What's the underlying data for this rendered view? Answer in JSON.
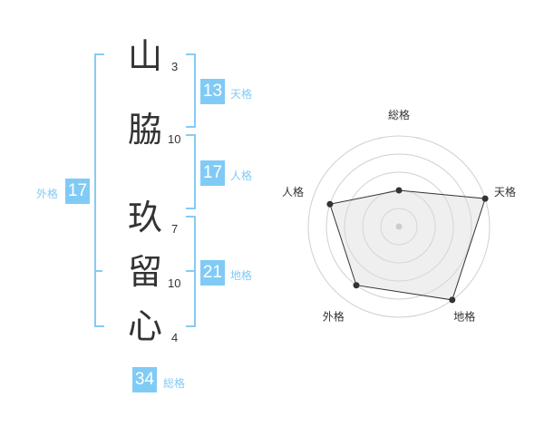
{
  "name_chars": [
    {
      "char": "山",
      "strokes": "3"
    },
    {
      "char": "脇",
      "strokes": "10"
    },
    {
      "char": "玖",
      "strokes": "7"
    },
    {
      "char": "留",
      "strokes": "10"
    },
    {
      "char": "心",
      "strokes": "4"
    }
  ],
  "kaku": {
    "tenkaku": {
      "value": "13",
      "label": "天格"
    },
    "jinkaku": {
      "value": "17",
      "label": "人格"
    },
    "chikaku": {
      "value": "21",
      "label": "地格"
    },
    "gaikaku": {
      "value": "17",
      "label": "外格"
    },
    "soukaku": {
      "value": "34",
      "label": "総格"
    }
  },
  "colors": {
    "accent": "#80cbf6",
    "bracket": "#86cbf5"
  },
  "chart_data": {
    "type": "radar",
    "axes": [
      "総格",
      "天格",
      "地格",
      "外格",
      "人格"
    ],
    "values": [
      2,
      5,
      5,
      4,
      4
    ],
    "range": [
      0,
      5
    ],
    "rings": 5
  }
}
